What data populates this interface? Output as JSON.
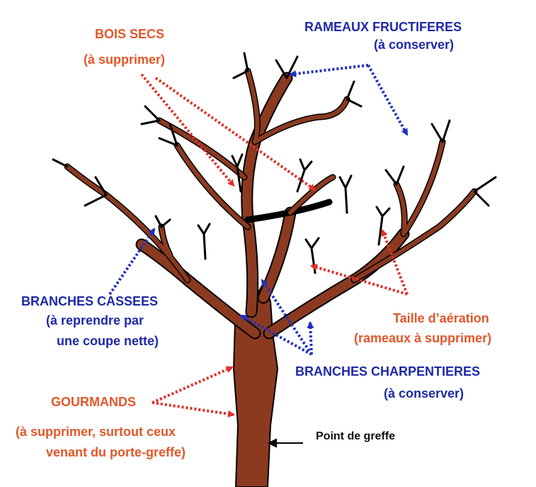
{
  "labels": {
    "bois_secs": {
      "title": "BOIS SECS",
      "note": "(à supprimer)"
    },
    "rameaux": {
      "title": "RAMEAUX FRUCTIFERES",
      "note": "(à conserver)"
    },
    "cassees": {
      "title": "BRANCHES CASSEES",
      "note1": "(à reprendre par",
      "note2": "une coupe nette)"
    },
    "aeration": {
      "title": "Taille d’aération",
      "note": "(rameaux à supprimer)"
    },
    "charpentieres": {
      "title": "BRANCHES CHARPENTIERES",
      "note": "(à conserver)"
    },
    "gourmands": {
      "title": "GOURMANDS",
      "note1": "(à supprimer, surtout ceux",
      "note2": "venant du porte-greffe)"
    },
    "greffe": "Point de greffe"
  },
  "colors": {
    "wood": "#8b3a20",
    "outline": "#000000",
    "red_label": "#e2572a",
    "blue_label": "#1e2aa6",
    "red_arrow": "#e0302a",
    "blue_arrow": "#2030c0"
  }
}
